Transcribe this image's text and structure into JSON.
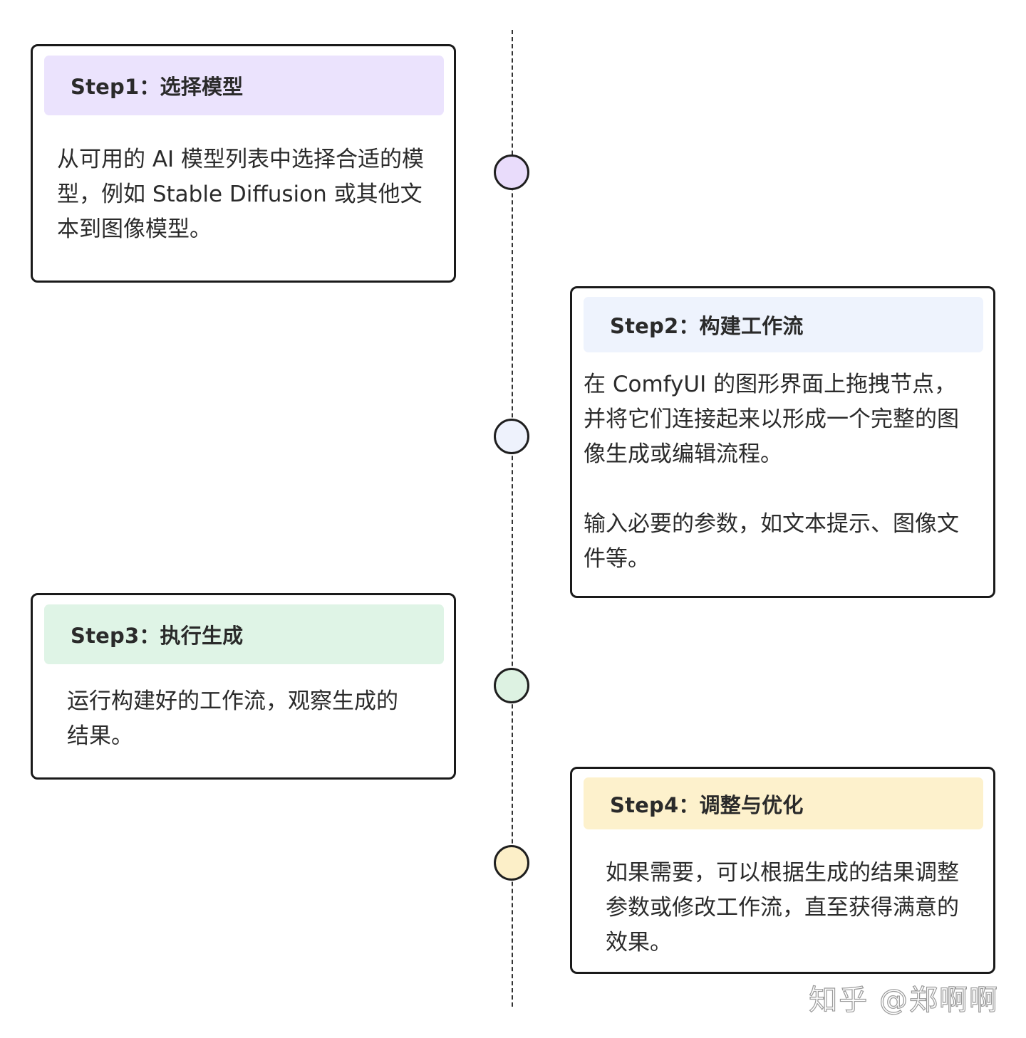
{
  "steps": [
    {
      "title": "Step1：选择模型",
      "header_color": "#ebe3fd",
      "node_color": "#e9dcfb",
      "body": [
        "从可用的 AI 模型列表中选择合适的模型，例如 Stable Diffusion 或其他文本到图像模型。"
      ]
    },
    {
      "title": "Step2：构建工作流",
      "header_color": "#eef3fd",
      "node_color": "#eef2fc",
      "body": [
        "在 ComfyUI 的图形界面上拖拽节点，并将它们连接起来以形成一个完整的图像生成或编辑流程。",
        "输入必要的参数，如文本提示、图像文件等。"
      ]
    },
    {
      "title": "Step3：执行生成",
      "header_color": "#dff4e6",
      "node_color": "#ddf2e2",
      "body": [
        "运行构建好的工作流，观察生成的结果。"
      ]
    },
    {
      "title": "Step4：调整与优化",
      "header_color": "#fdf1cc",
      "node_color": "#fcefc8",
      "body": [
        "如果需要，可以根据生成的结果调整参数或修改工作流，直至获得满意的效果。"
      ]
    }
  ],
  "watermark": "知乎 @郑啊啊"
}
